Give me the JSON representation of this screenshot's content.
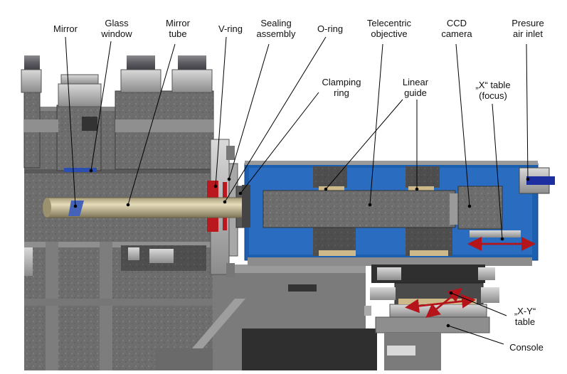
{
  "figure": {
    "labels": {
      "mirror": [
        "Mirror"
      ],
      "glass_window": [
        "Glass",
        "window"
      ],
      "mirror_tube": [
        "Mirror",
        "tube"
      ],
      "v_ring": [
        "V-ring"
      ],
      "sealing_assembly": [
        "Sealing",
        "assembly"
      ],
      "o_ring": [
        "O-ring"
      ],
      "clamping_ring": [
        "Clamping",
        "ring"
      ],
      "telecentric_objective": [
        "Telecentric",
        "objective"
      ],
      "linear_guide": [
        "Linear",
        "guide"
      ],
      "ccd_camera": [
        "CCD",
        "camera"
      ],
      "x_table": [
        "„X“ table",
        "(focus)"
      ],
      "pressure_air_inlet": [
        "Presure",
        "air inlet"
      ],
      "xy_table": [
        "„X-Y“",
        "table"
      ],
      "console": [
        "Console"
      ]
    },
    "colors": {
      "background": "#ffffff",
      "granite": "#6b6b6b",
      "granite_dark": "#4f4f4f",
      "housing_blue": "#1c5fae",
      "tube_gold": "#cdbf95",
      "seal_red": "#b8181e",
      "arrow_red": "#b4141a",
      "metal_light": "#9c9c9c",
      "metal_dark": "#3a3a3a",
      "leader_line": "#000000"
    }
  }
}
